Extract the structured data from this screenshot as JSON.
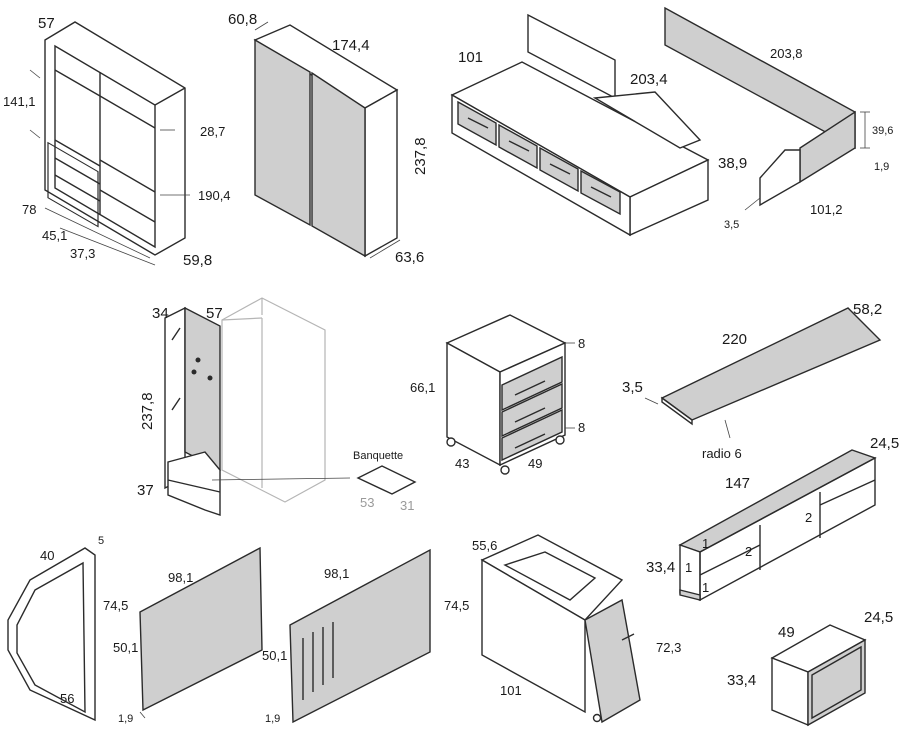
{
  "wardrobe_open": {
    "width": "57",
    "height": "141,1",
    "d1": "28,7",
    "d2": "190,4",
    "d3": "78",
    "d4": "45,1",
    "d5": "37,3",
    "depth": "59,8"
  },
  "wardrobe_sliding": {
    "depth": "60,8",
    "width": "174,4",
    "height": "237,8",
    "base": "63,6"
  },
  "bed": {
    "width": "101",
    "length": "203,4",
    "height": "38,9"
  },
  "bed_guard": {
    "length": "203,8",
    "height": "39,6",
    "thickness": "1,9",
    "end_width": "101,2",
    "small": "3,5"
  },
  "corner_unit": {
    "side": "34",
    "width": "57",
    "height": "237,8",
    "base": "37",
    "bench_label": "Banquette",
    "bench_w": "53",
    "bench_d": "31"
  },
  "drawer_unit": {
    "height": "66,1",
    "top": "8",
    "bottom": "8",
    "width": "43",
    "depth": "49"
  },
  "desk_top": {
    "length": "220",
    "depth": "58,2",
    "thickness": "3,5",
    "radius": "radio 6"
  },
  "tv_unit": {
    "depth": "24,5",
    "length": "147",
    "height": "33,4",
    "n1a": "1",
    "n1b": "1",
    "n1c": "1",
    "n2a": "2",
    "n2b": "2"
  },
  "frame": {
    "width": "40",
    "depth": "5",
    "base": "56"
  },
  "panel_plain": {
    "width": "98,1",
    "height": "74,5",
    "inner": "50,1",
    "thickness": "1,9"
  },
  "panel_slots": {
    "width": "98,1",
    "inner": "50,1",
    "thickness": "1,9"
  },
  "desk_cabinet": {
    "depth": "55,6",
    "height": "74,5",
    "width": "101",
    "door_h": "72,3"
  },
  "cube": {
    "width": "49",
    "depth": "24,5",
    "height": "33,4"
  }
}
